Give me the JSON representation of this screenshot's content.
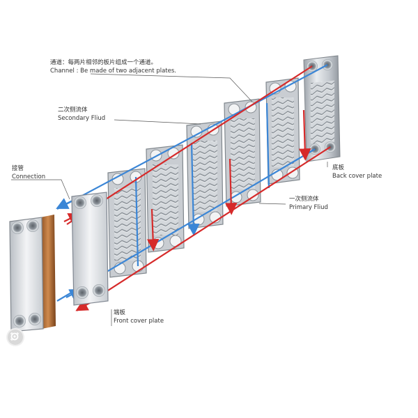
{
  "labels": {
    "channel_cn": "通道：每两片相邻的板片组成一个通道。",
    "channel_en": "Channel : Be made of two adjacent plates.",
    "secondary_cn": "二次侧流体",
    "secondary_en": "Secondary Fliud",
    "connection_cn": "接管",
    "connection_en": "Connection",
    "back_cn": "底板",
    "back_en": "Back cover plate",
    "primary_cn": "一次侧流体",
    "primary_en": "Primary Fliud",
    "front_cn": "端板",
    "front_en": "Front cover plate"
  },
  "colors": {
    "primary_flow": "#d62a2a",
    "secondary_flow": "#3b86d6",
    "plate_steel": "#c9cdd2",
    "copper_edge": "#b5733c"
  },
  "icons": {
    "lens": "visual-search-icon"
  }
}
